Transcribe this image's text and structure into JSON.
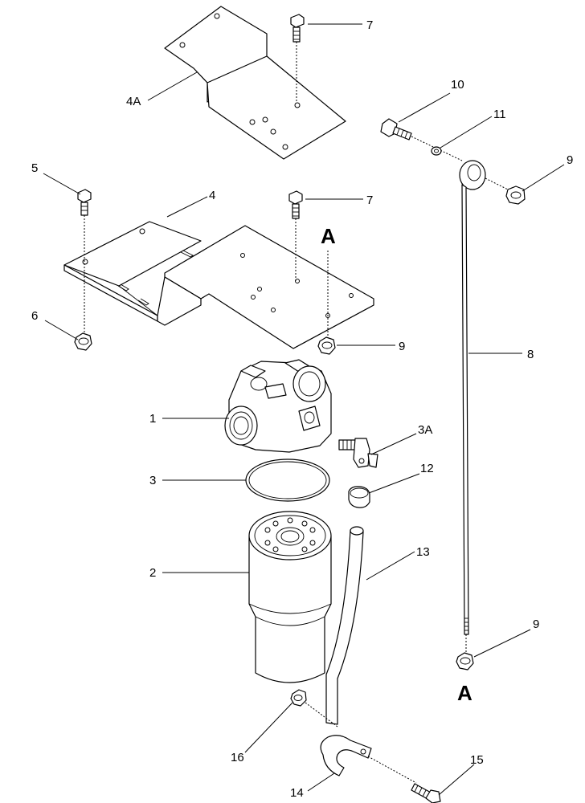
{
  "callouts": {
    "c1": "1",
    "c2": "2",
    "c3": "3",
    "c3a": "3A",
    "c4": "4",
    "c4a": "4A",
    "c5": "5",
    "c6": "6",
    "c7a": "7",
    "c7b": "7",
    "c8": "8",
    "c9a": "9",
    "c9b": "9",
    "c9c": "9",
    "c10": "10",
    "c11": "11",
    "c12": "12",
    "c13": "13",
    "c14": "14",
    "c15": "15",
    "c16": "16"
  },
  "reference_marks": {
    "top": "A",
    "bottom": "A"
  }
}
